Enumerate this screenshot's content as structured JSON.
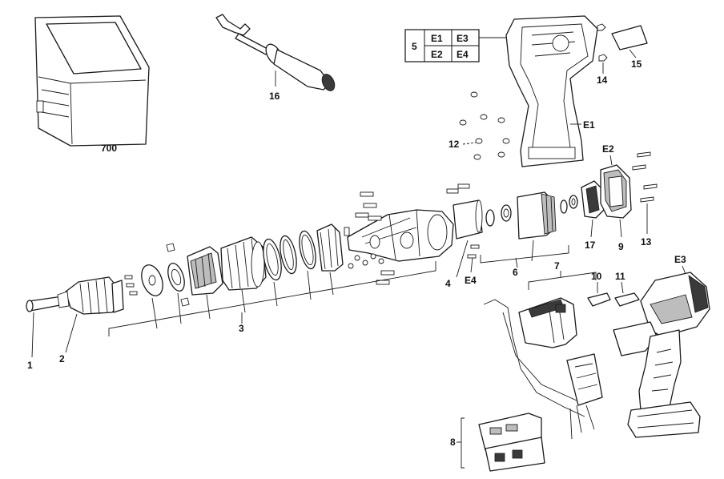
{
  "callouts": {
    "p1": "1",
    "p2": "2",
    "p3": "3",
    "p4": "4",
    "p6": "6",
    "p7": "7",
    "p8": "8",
    "p9": "9",
    "p10": "10",
    "p11": "11",
    "p12": "12",
    "p13": "13",
    "p14": "14",
    "p15": "15",
    "p16": "16",
    "p17": "17",
    "p700": "700",
    "e1": "E1",
    "e2": "E2",
    "e3": "E3",
    "e4": "E4"
  },
  "housing_table": {
    "part": "5",
    "cells": [
      "E1",
      "E3",
      "E2",
      "E4"
    ]
  }
}
